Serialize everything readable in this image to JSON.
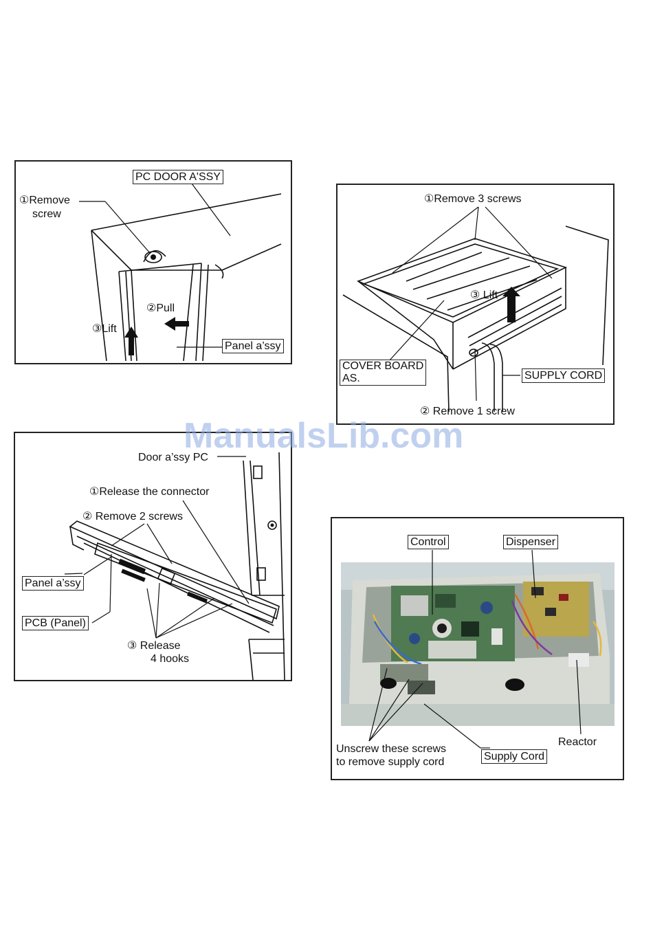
{
  "watermark": "ManualsLib.com",
  "figures": {
    "pc_door": {
      "title": "PC DOOR A'SSY",
      "step1_line1": "①Remove",
      "step1_line2": "screw",
      "step2": "②Pull",
      "step3": "③Lift",
      "panel": "Panel a’ssy"
    },
    "cover_board": {
      "step1": "①Remove 3 screws",
      "step3": "③ Lift",
      "cover_line1": "COVER BOARD",
      "cover_line2": "AS.",
      "supply_cord": "SUPPLY CORD",
      "step2": "② Remove 1 screw"
    },
    "door_pcb": {
      "door": "Door a’ssy PC",
      "step1": "①Release the connector",
      "step2": "② Remove 2 screws",
      "panel": "Panel a’ssy",
      "pcb": "PCB (Panel)",
      "step3_line1": "③ Release",
      "step3_line2": "4 hooks"
    },
    "photo": {
      "control": "Control",
      "dispenser": "Dispenser",
      "unscrew_line1": "Unscrew these screws",
      "unscrew_line2": "to remove supply cord",
      "supply_cord": "Supply Cord",
      "reactor": "Reactor"
    }
  }
}
